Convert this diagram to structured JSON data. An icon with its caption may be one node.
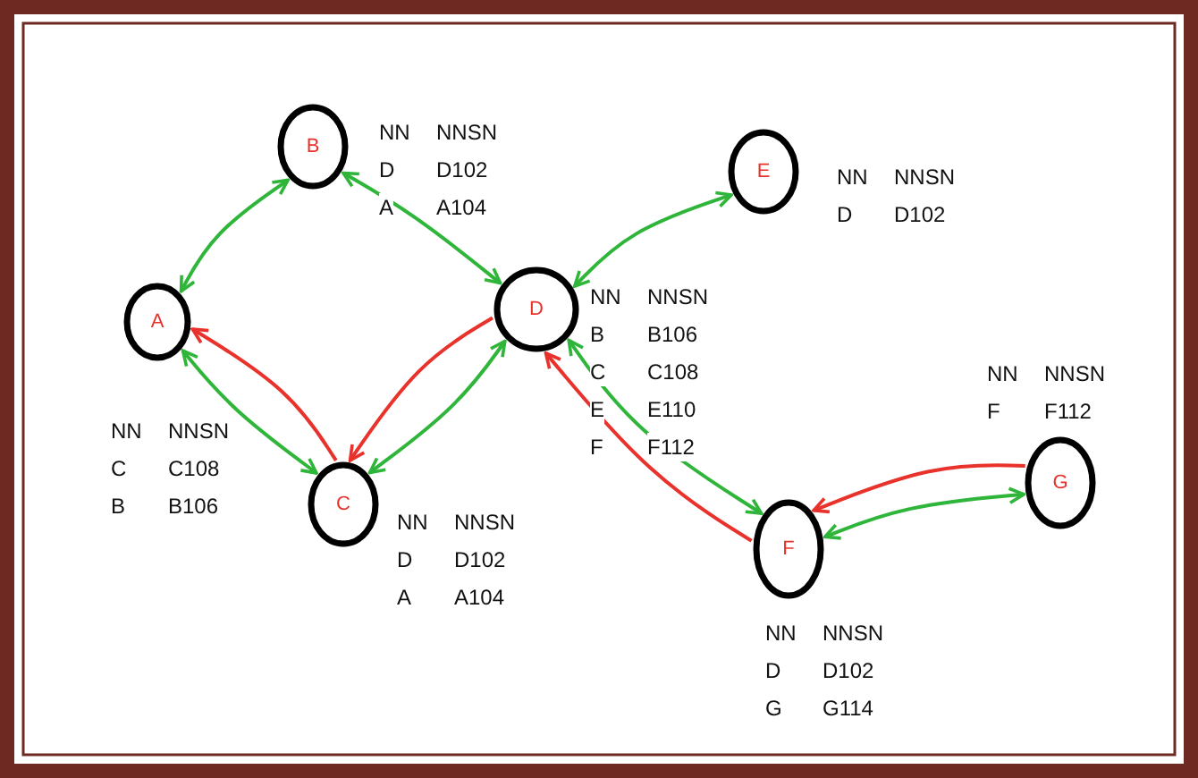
{
  "diagram": {
    "nodes": [
      {
        "text": [
          "A"
        ],
        "beside": [
          "NN",
          "NNSN",
          "C",
          "C108",
          "B",
          "B106"
        ]
      },
      {
        "text": [
          "B"
        ],
        "beside": [
          "NN",
          "NNSN",
          "D",
          "D102",
          "A",
          "A104"
        ]
      },
      {
        "text": [
          "C"
        ],
        "beside": [
          "NN",
          "NNSN",
          "D",
          "D102",
          "A",
          "A104"
        ]
      },
      {
        "text": [
          "D"
        ],
        "beside": [
          "NN",
          "NNSN",
          "B",
          "B106",
          "C",
          "C108",
          "E",
          "E110",
          "F",
          "F112"
        ]
      },
      {
        "text": [
          "E"
        ],
        "beside": [
          "NN",
          "NNSN",
          "D",
          "D102"
        ]
      },
      {
        "text": [
          "F"
        ],
        "beside": [
          "NN",
          "NNSN",
          "D",
          "D102",
          "G",
          "G114"
        ]
      },
      {
        "text": [
          "G"
        ],
        "beside": [
          "NN",
          "NNSN",
          "F",
          "F112"
        ]
      }
    ],
    "edges": [
      {
        "from": 0,
        "to": 1,
        "arrow": "both"
      },
      {
        "from": 1,
        "to": 3,
        "arrow": "both"
      },
      {
        "from": 0,
        "to": 2,
        "arrow": "both"
      },
      {
        "from": 3,
        "to": 2,
        "arrow": "both"
      },
      {
        "from": 3,
        "to": 4,
        "arrow": "both"
      },
      {
        "from": 3,
        "to": 5,
        "arrow": "both"
      },
      {
        "from": 5,
        "to": 6,
        "arrow": "both"
      },
      {
        "from": 2,
        "to": 0,
        "arrow": "to",
        "color": "#e8322b"
      },
      {
        "from": 3,
        "to": 2,
        "arrow": "to",
        "color": "#e8322b"
      },
      {
        "from": 5,
        "to": 3,
        "arrow": "to",
        "color": "#e8322b"
      },
      {
        "from": 6,
        "to": 5,
        "arrow": "to",
        "color": "#e8322b"
      }
    ]
  }
}
